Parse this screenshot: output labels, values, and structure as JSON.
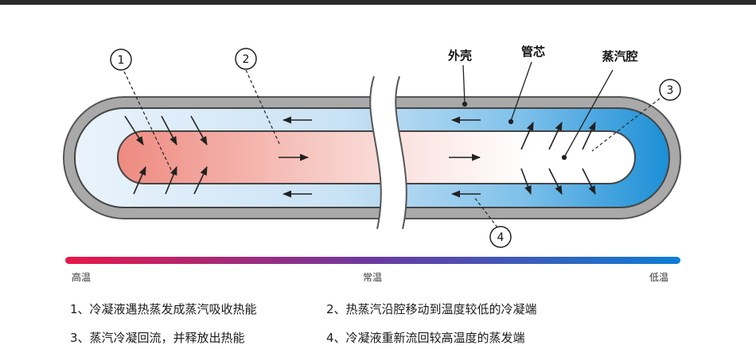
{
  "labels": {
    "shell": "外壳",
    "wick": "管芯",
    "vapor_cavity": "蒸汽腔"
  },
  "markers": [
    "1",
    "2",
    "3",
    "4"
  ],
  "temperature_scale": {
    "high": "高温",
    "normal": "常温",
    "low": "低温",
    "colors": [
      "#e8174a",
      "#6b3aa0",
      "#0b7ed6"
    ]
  },
  "legend": [
    "1、冷凝液遇热蒸发成蒸汽吸收热能",
    "2、热蒸汽沿腔移动到温度较低的冷凝端",
    "3、蒸汽冷凝回流，并释放出热能",
    "4、冷凝液重新流回较高温度的蒸发端"
  ]
}
